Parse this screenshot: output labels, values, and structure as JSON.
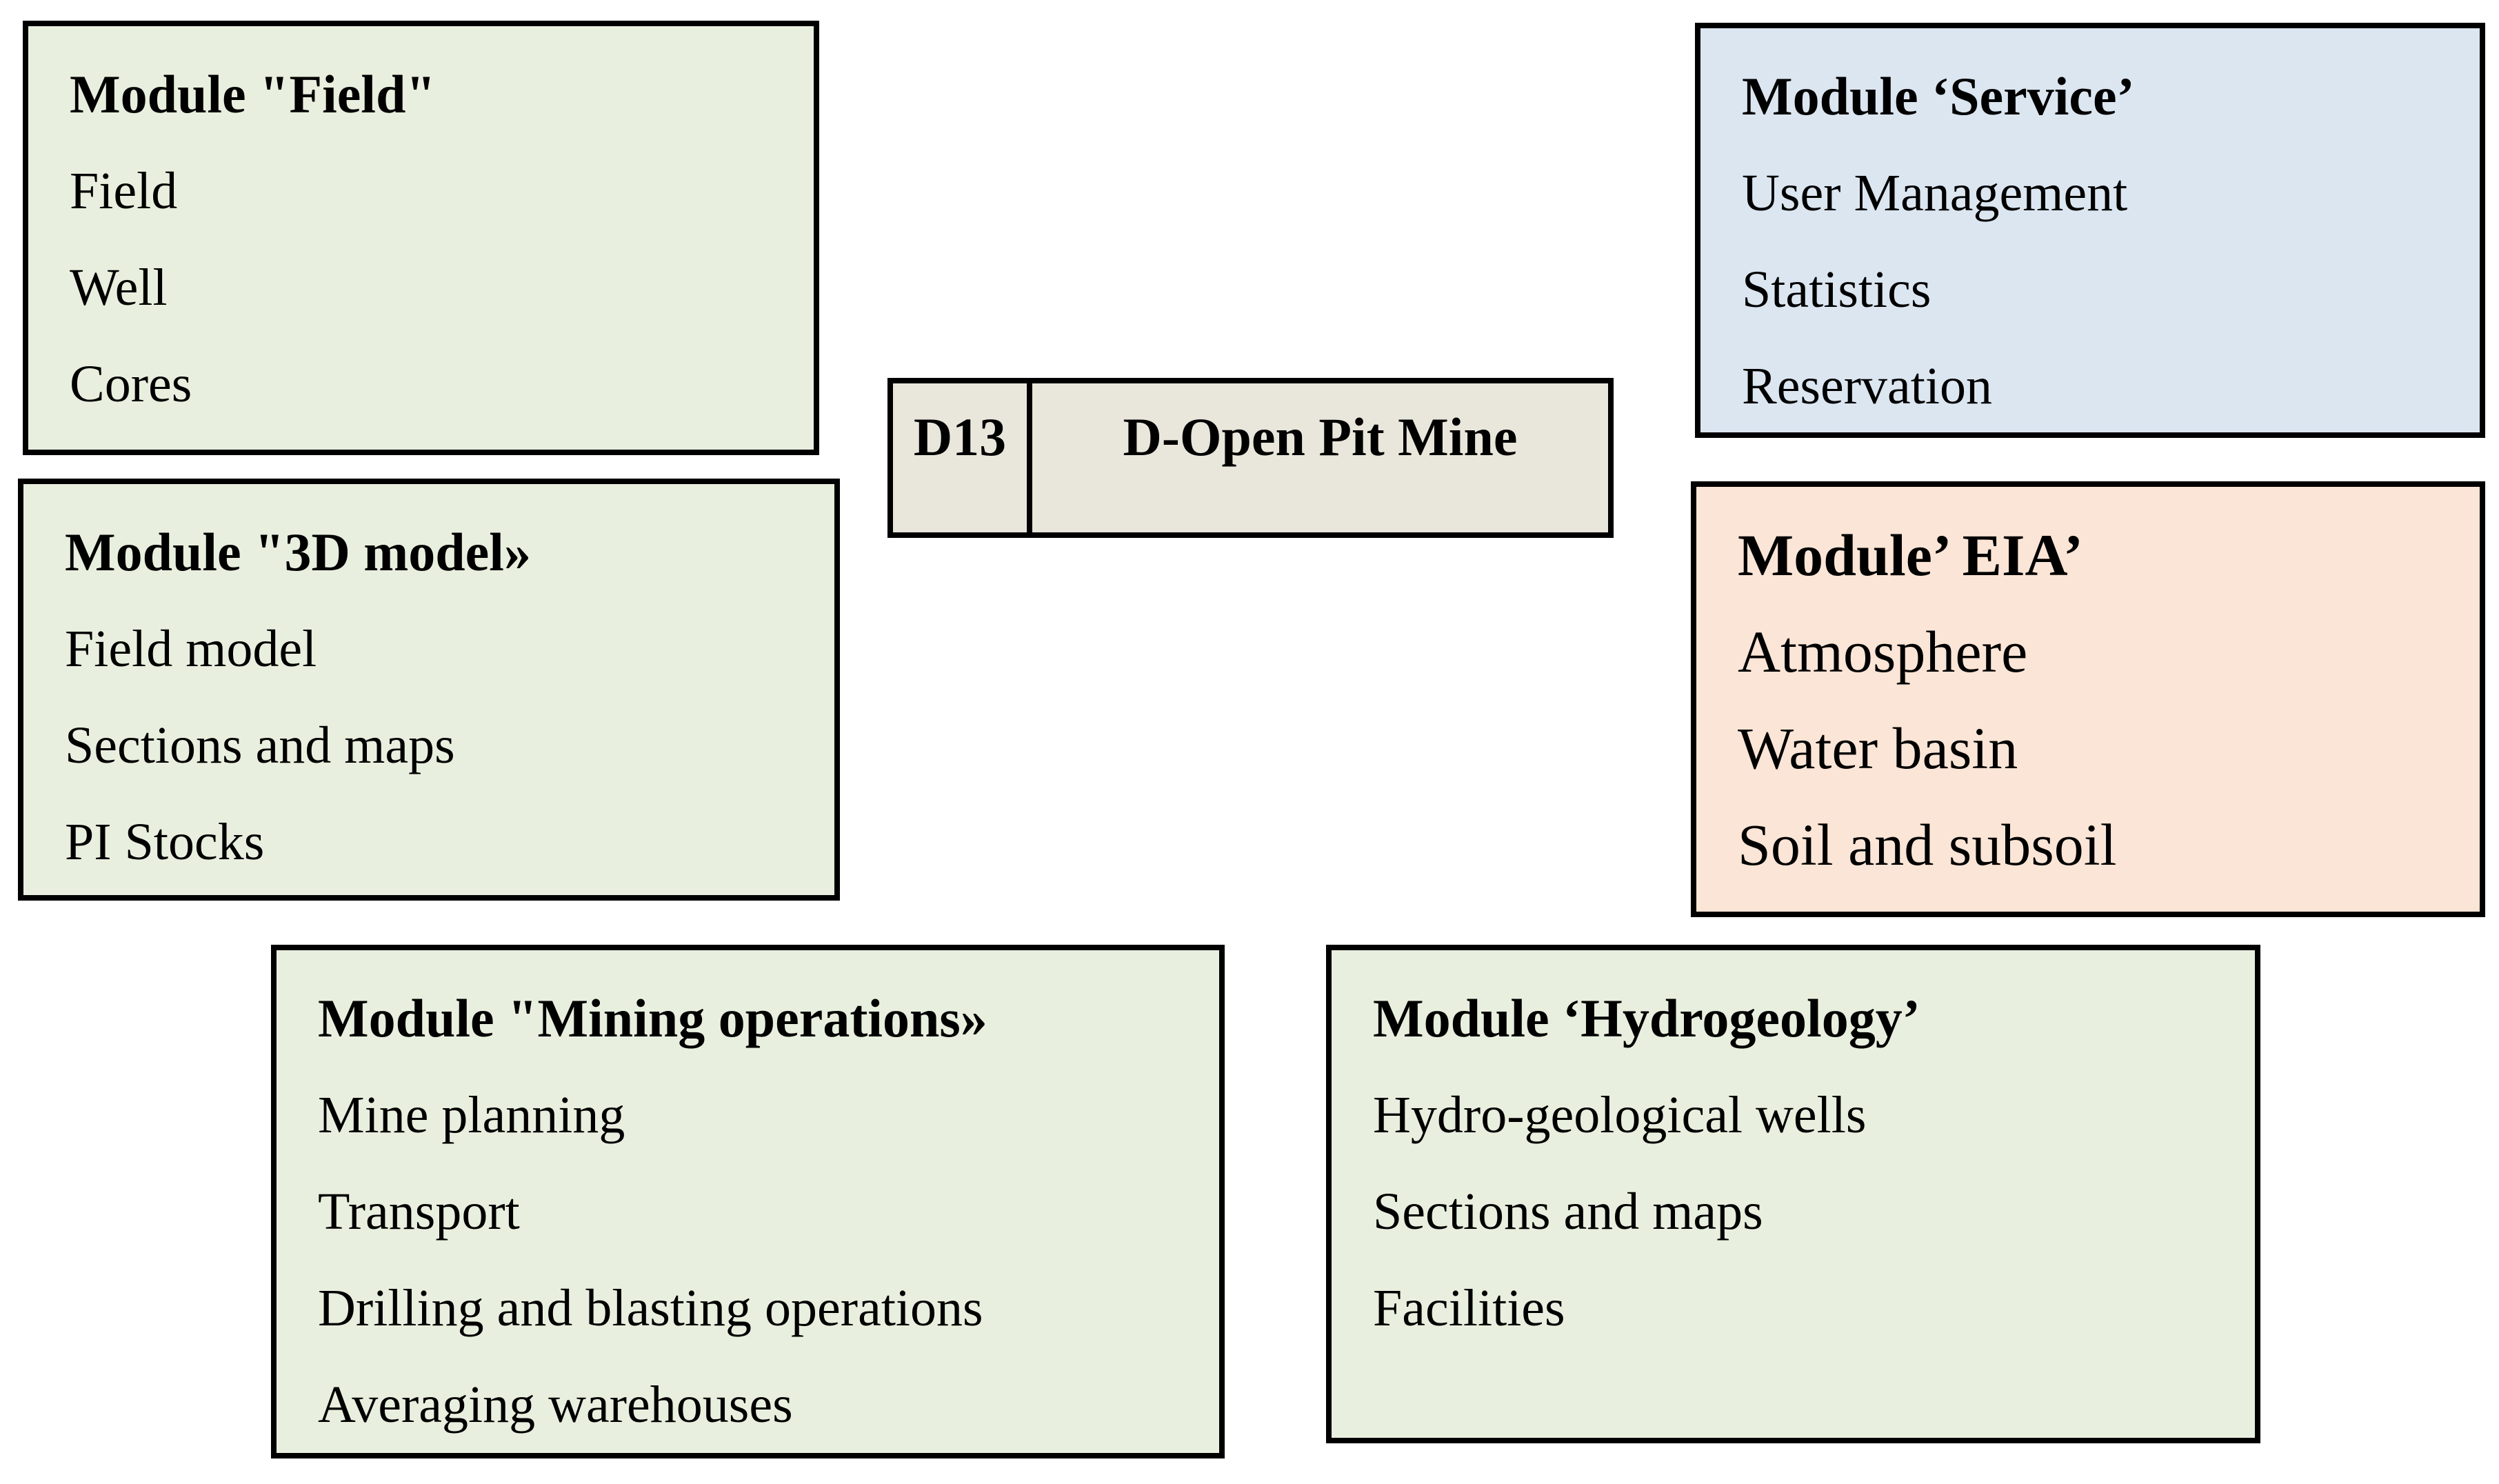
{
  "diagram": {
    "center": {
      "code": "D13",
      "title": "D-Open Pit Mine"
    },
    "modules": {
      "field": {
        "title": "Module \"Field\"",
        "items": [
          "Field",
          "Well",
          "Cores"
        ]
      },
      "model3d": {
        "title": "Module \"3D model»",
        "items": [
          "Field model",
          "Sections and maps",
          "PI Stocks"
        ]
      },
      "service": {
        "title": "Module ‘Service’",
        "items": [
          "User Management",
          "Statistics",
          "Reservation"
        ]
      },
      "eia": {
        "title": "Module’ EIA’",
        "items": [
          "Atmosphere",
          "Water basin",
          "Soil and subsoil"
        ]
      },
      "mining": {
        "title": "Module \"Mining operations»",
        "items": [
          "Mine planning",
          "Transport",
          "Drilling and blasting operations",
          "Averaging warehouses"
        ]
      },
      "hydrogeology": {
        "title": "Module ‘Hydrogeology’",
        "items": [
          "Hydro-geological wells",
          "Sections and maps",
          "Facilities"
        ]
      }
    },
    "colors": {
      "module_green": "#E8EFDE",
      "service_blue": "#DCE6F1",
      "eia_peach": "#FBE5D6",
      "center_beige": "#E9E7DB",
      "border_black": "#000000"
    }
  }
}
